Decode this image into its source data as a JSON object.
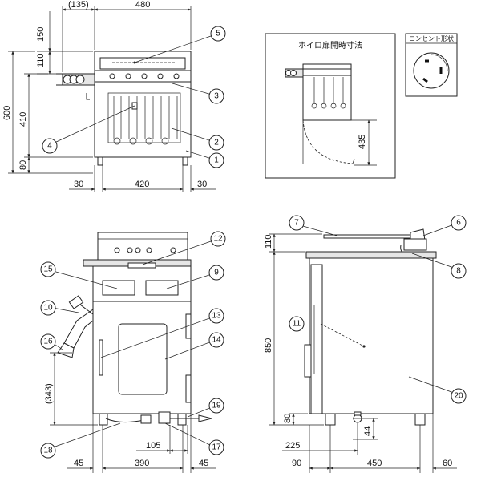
{
  "top_view": {
    "dims": {
      "d135": "(135)",
      "d480": "480",
      "d150": "150",
      "d110": "110",
      "d600": "600",
      "d410": "410",
      "d80": "80",
      "d30a": "30",
      "d420": "420",
      "d30b": "30"
    },
    "callouts": [
      "5",
      "3",
      "4",
      "2",
      "1"
    ]
  },
  "boiler_door_view": {
    "title": "ホイロ扉開時寸法",
    "dim435": "435"
  },
  "outlet_view": {
    "title": "コンセント形状"
  },
  "front_view": {
    "dims": {
      "d343": "(343)",
      "d105": "105",
      "d45a": "45",
      "d390": "390",
      "d45b": "45"
    },
    "callouts": [
      "12",
      "15",
      "9",
      "10",
      "16",
      "13",
      "14",
      "19",
      "18",
      "17"
    ]
  },
  "side_view": {
    "dims": {
      "d110": "110",
      "d850": "850",
      "d80": "80",
      "d44": "44",
      "d225": "225",
      "d90": "90",
      "d450": "450",
      "d60": "60"
    },
    "callouts": [
      "7",
      "6",
      "8",
      "11",
      "20"
    ]
  }
}
